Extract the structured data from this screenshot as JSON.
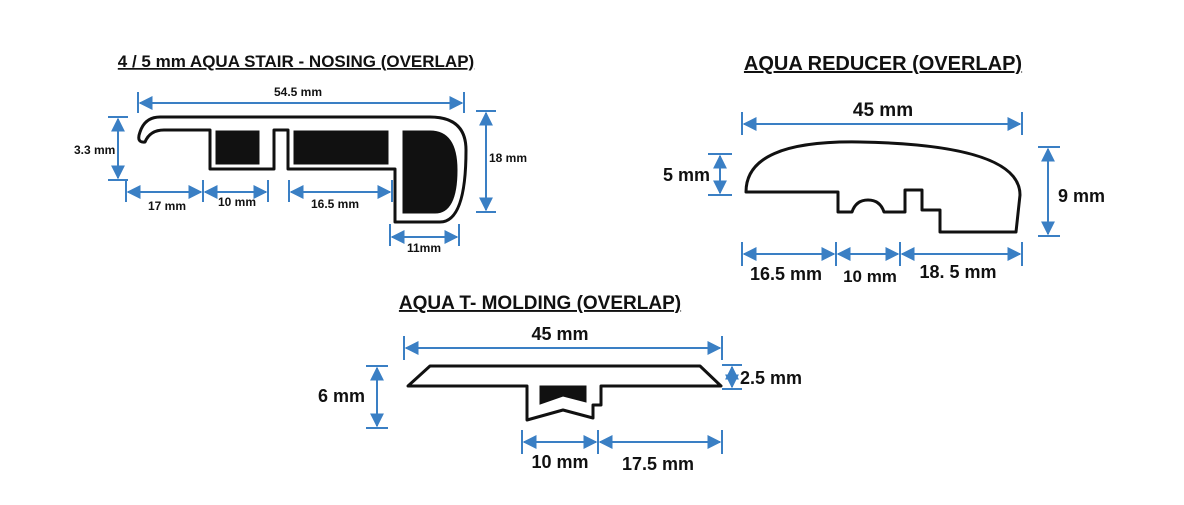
{
  "profiles": {
    "stair_nosing": {
      "title": "4 / 5 mm AQUA STAIR - NOSING (OVERLAP)",
      "dims": {
        "overall_width": "54.5 mm",
        "lip_height": "3.3 mm",
        "overall_height": "18 mm",
        "seg1": "17 mm",
        "seg2": "10 mm",
        "seg3": "16.5 mm",
        "seg4": "11mm"
      }
    },
    "reducer": {
      "title": "AQUA REDUCER (OVERLAP)",
      "dims": {
        "overall_width": "45 mm",
        "edge_height": "5 mm",
        "overall_height": "9 mm",
        "seg1": "16.5 mm",
        "seg2": "10 mm",
        "seg3": "18. 5 mm"
      }
    },
    "t_molding": {
      "title": "AQUA T- MOLDING (OVERLAP)",
      "dims": {
        "overall_width": "45 mm",
        "overall_height": "6 mm",
        "edge_height": "2.5 mm",
        "seg1": "10 mm",
        "seg2": "17.5 mm"
      }
    }
  },
  "colors": {
    "dimension_line": "#3a7fc4",
    "outline": "#111111",
    "core_fill": "#111111"
  }
}
